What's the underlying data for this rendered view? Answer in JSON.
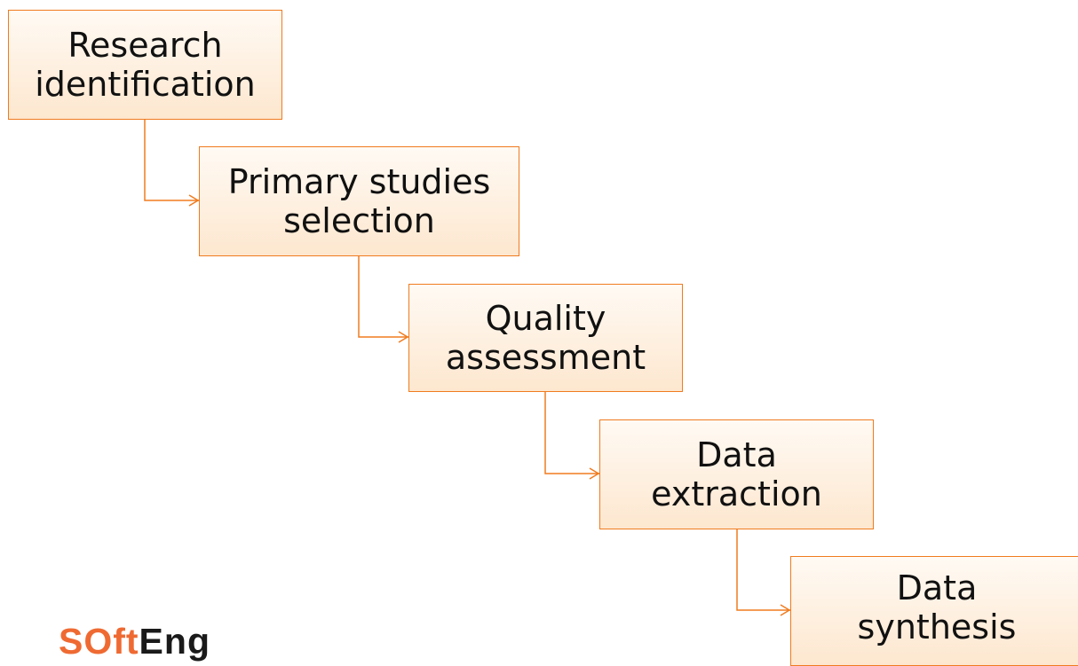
{
  "diagram": {
    "steps": [
      {
        "line1": "Research",
        "line2": "identification"
      },
      {
        "line1": "Primary studies",
        "line2": "selection"
      },
      {
        "line1": "Quality",
        "line2": "assessment"
      },
      {
        "line1": "Data",
        "line2": "extraction"
      },
      {
        "line1": "Data",
        "line2": "synthesis"
      }
    ]
  },
  "logo": {
    "part1": "SOft",
    "part2": "Eng"
  },
  "colors": {
    "accent": "#f07b1f",
    "box_fill_top": "#fffaf4",
    "box_fill_bottom": "#fde7cf",
    "text": "#111111"
  }
}
